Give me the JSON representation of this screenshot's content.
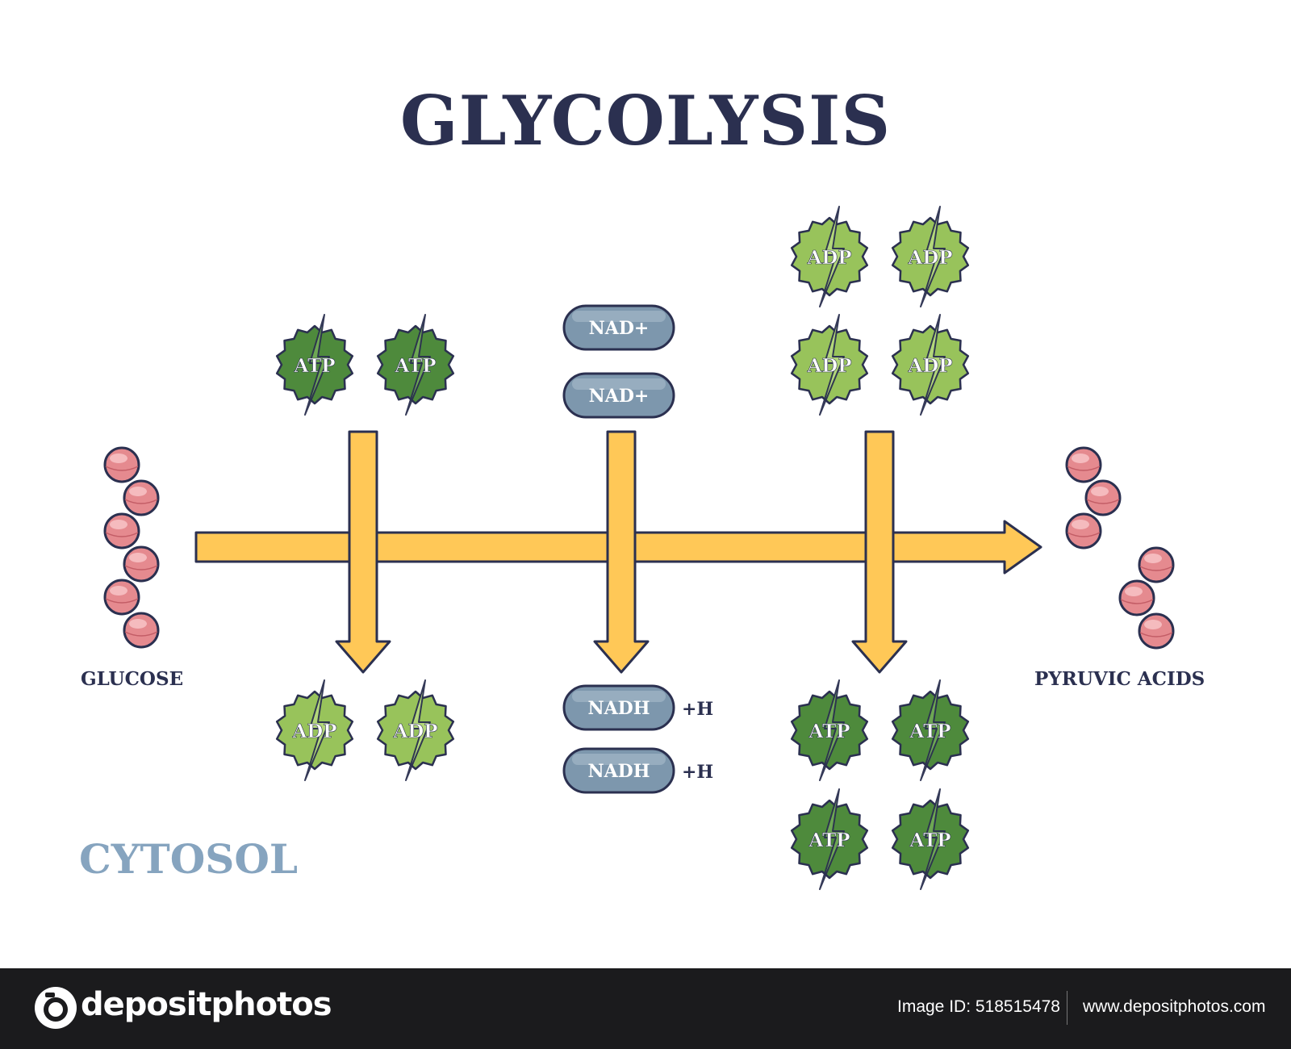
{
  "title": "GLYCOLYSIS",
  "labels": {
    "glucose": "GLUCOSE",
    "pyruvic": "PYRUVIC ACIDS",
    "cytosol": "CYTOSOL"
  },
  "molecules": {
    "atp": "ATP",
    "adp": "ADP",
    "nad": "NAD+",
    "nadh": "NADH",
    "h": "+H"
  },
  "colors": {
    "title": "#2b3050",
    "arrow_fill": "#ffc857",
    "atp_fill": "#4e8a3c",
    "adp_fill": "#98c35b",
    "pill_fill": "#7d97ad",
    "sphere_fill": "#e58a8f",
    "cytosol": "#86a4bf"
  },
  "footer": {
    "brand": "depositphotos",
    "image_id": "Image ID: 518515478",
    "site": "www.depositphotos.com"
  }
}
